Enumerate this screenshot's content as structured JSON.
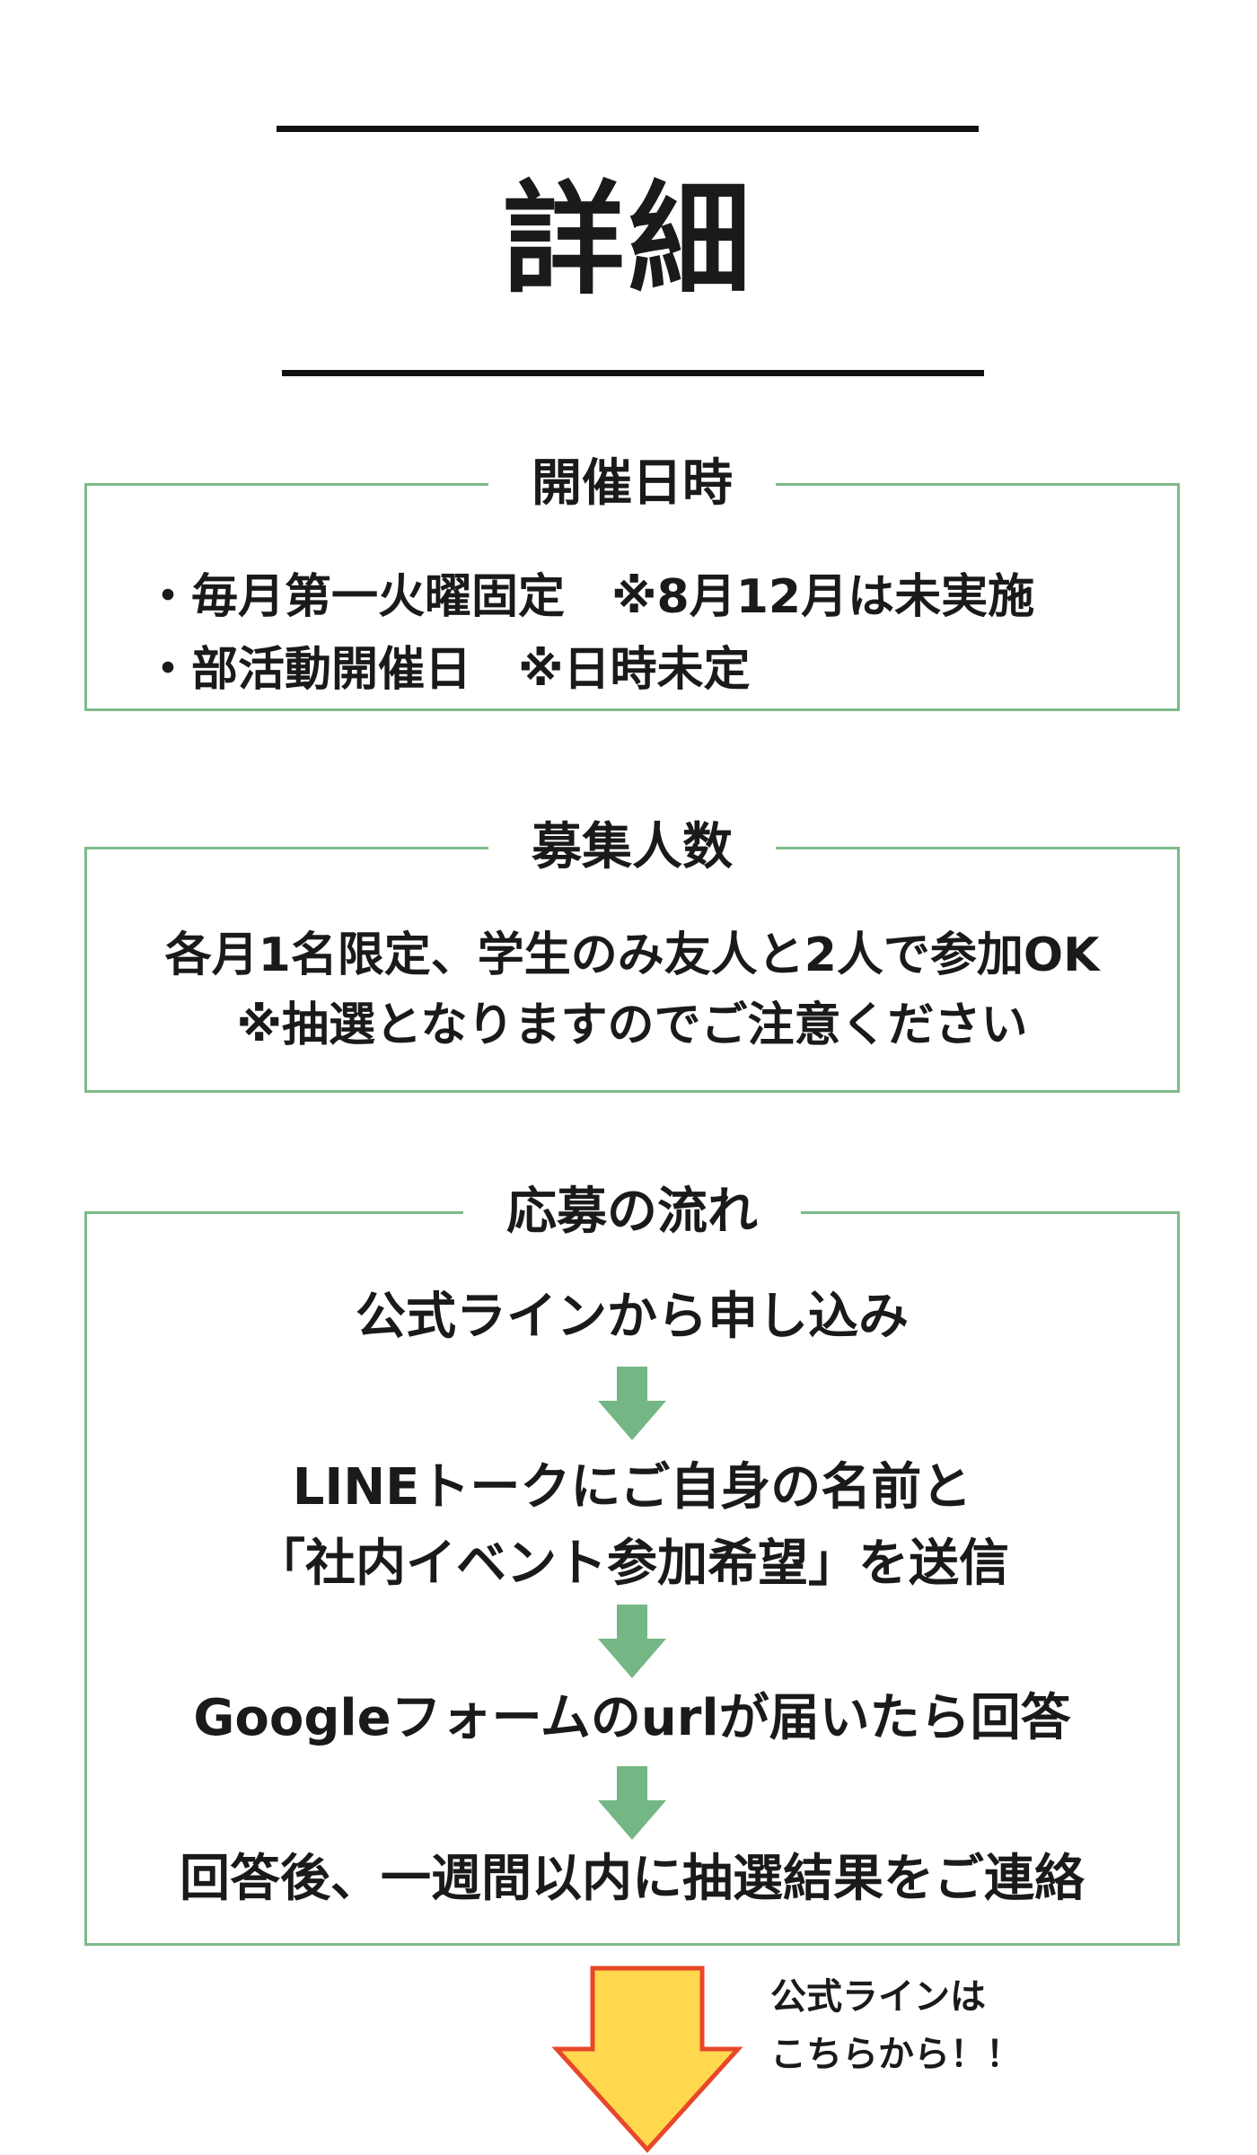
{
  "page": {
    "title": "詳細"
  },
  "schedule": {
    "title": "開催日時",
    "lines": [
      "・毎月第一火曜固定　※8月12月は未実施",
      "・部活動開催日　※日時未定"
    ]
  },
  "recruitment": {
    "title": "募集人数",
    "lines": [
      "各月1名限定、学生のみ友人と2人で参加OK",
      "※抽選となりますのでご注意ください"
    ]
  },
  "flow": {
    "title": "応募の流れ",
    "steps": [
      "公式ラインから申し込み",
      "LINEトークにご自身の名前と",
      "「社内イベント参加希望」を送信",
      "Googleフォームのurlが届いたら回答",
      "回答後、一週間以内に抽選結果をご連絡"
    ]
  },
  "cta": {
    "line1": "公式ラインは",
    "line2": "こちらから！！"
  },
  "colors": {
    "box_border": "#7dba8a",
    "flow_arrow": "#74b784",
    "cta_arrow_fill": "#ffd84d",
    "cta_arrow_stroke": "#e8472a",
    "text": "#1a1a1a"
  },
  "icons": {
    "flow_arrow": "arrow-down-icon",
    "cta_arrow": "big-arrow-down-icon"
  }
}
